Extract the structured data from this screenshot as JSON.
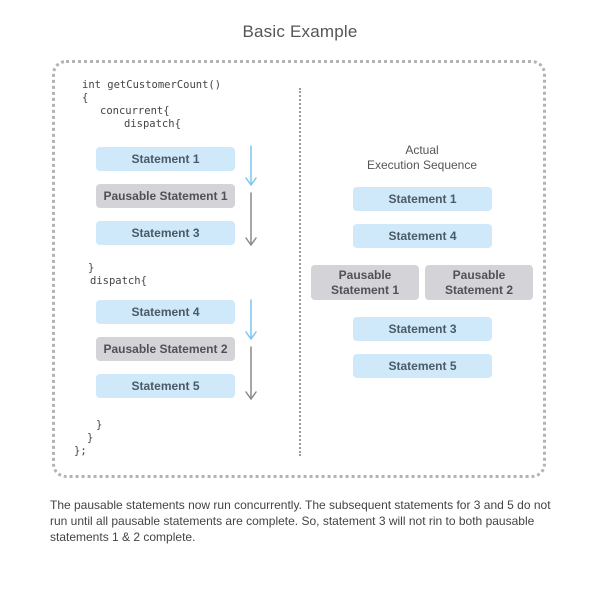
{
  "title": "Basic Example",
  "code": {
    "line1": "int getCustomerCount()",
    "line2": "{",
    "line3": "concurrent{",
    "line4": "dispatch{",
    "line5": "}",
    "line6": "dispatch{",
    "line7": "}",
    "line8": "}",
    "line9": "};"
  },
  "left_blocks": {
    "s1": "Statement 1",
    "p1": "Pausable Statement 1",
    "s3": "Statement 3",
    "s4": "Statement 4",
    "p2": "Pausable Statement 2",
    "s5": "Statement 5"
  },
  "right": {
    "heading_line1": "Actual",
    "heading_line2": "Execution Sequence",
    "s1": "Statement 1",
    "s4": "Statement 4",
    "p1_line1": "Pausable",
    "p1_line2": "Statement 1",
    "p2_line1": "Pausable",
    "p2_line2": "Statement 2",
    "s3": "Statement 3",
    "s5": "Statement 5"
  },
  "caption": "The pausable statements now run concurrently. The subsequent statements for 3 and 5 do not run until all pausable statements are complete. So, statement 3 will not  rin to both pausable statements 1 & 2 complete.",
  "colors": {
    "regular_statement": "#cfe9fb",
    "pausable_statement": "#d4d4d8",
    "blue_arrow": "#7cc6f2",
    "gray_arrow": "#8a8a8a"
  }
}
